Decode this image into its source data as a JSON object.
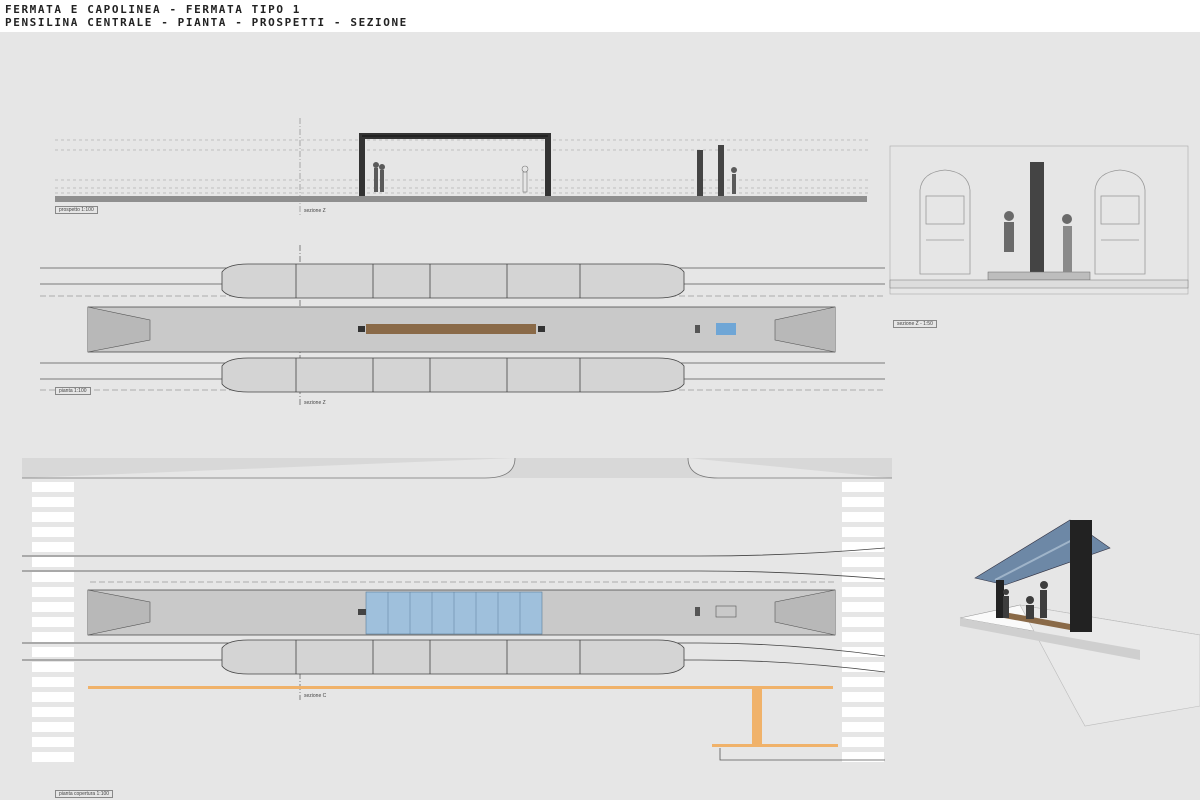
{
  "title": {
    "line1": "FERMATA E CAPOLINEA - FERMATA TIPO 1",
    "line2": "PENSILINA CENTRALE - PIANTA - PROSPETTI - SEZIONE"
  },
  "labels": {
    "prospetto": "prospetto 1:100",
    "pianta": "pianta 1:100",
    "sezione_view": "sezione Z - 1:50",
    "pianta_copertura": "pianta copertura 1:100",
    "section_marker_z": "sezione Z",
    "section_marker_c": "sezione C"
  },
  "colors": {
    "background": "#e6e6e6",
    "canopy_frame": "#333333",
    "platform": "#c8c8c8",
    "bench_wood": "#8a6a48",
    "glass_roof": "#9fc0dc",
    "route_orange": "#f0b26a",
    "ticket_machine": "#6fa6d6"
  }
}
